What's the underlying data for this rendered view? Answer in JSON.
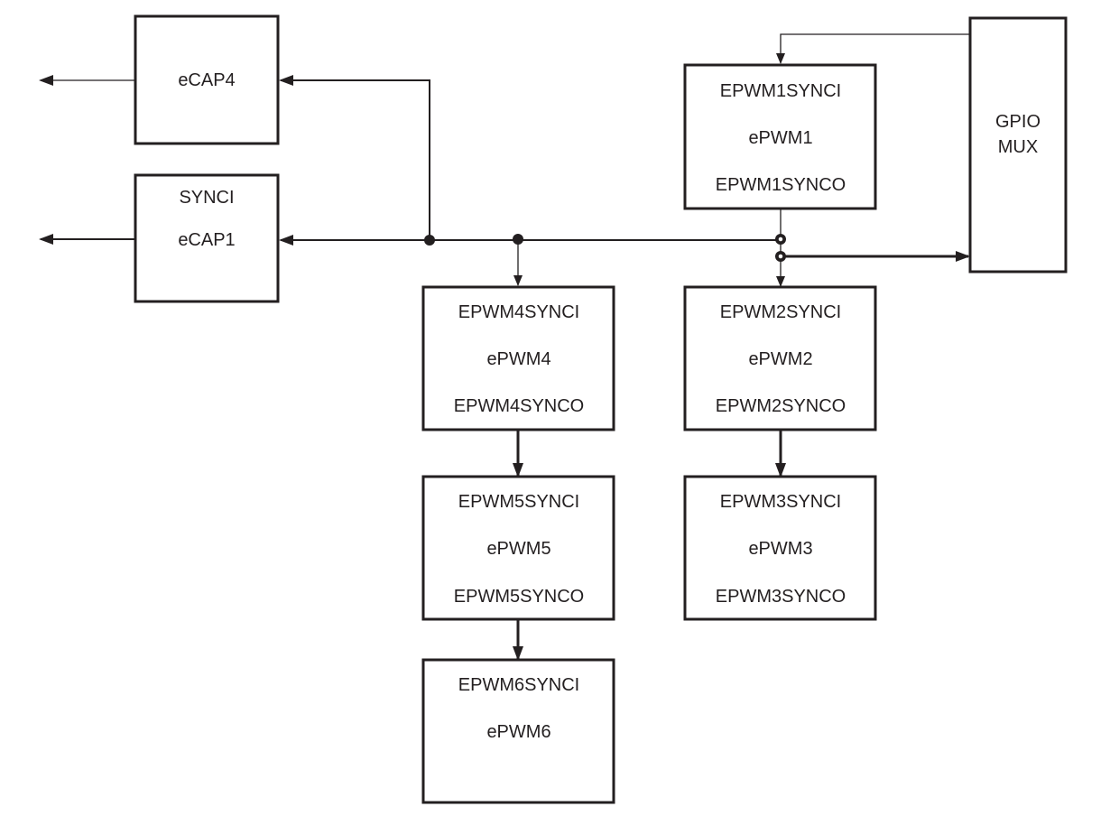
{
  "blocks": {
    "ecap4": {
      "name": "eCAP4"
    },
    "ecap1": {
      "input": "SYNCI",
      "name": "eCAP1"
    },
    "epwm1": {
      "input": "EPWM1SYNCI",
      "name": "ePWM1",
      "output": "EPWM1SYNCO"
    },
    "gpio_mux": {
      "line1": "GPIO",
      "line2": "MUX"
    },
    "epwm2": {
      "input": "EPWM2SYNCI",
      "name": "ePWM2",
      "output": "EPWM2SYNCO"
    },
    "epwm3": {
      "input": "EPWM3SYNCI",
      "name": "ePWM3",
      "output": "EPWM3SYNCO"
    },
    "epwm4": {
      "input": "EPWM4SYNCI",
      "name": "ePWM4",
      "output": "EPWM4SYNCO"
    },
    "epwm5": {
      "input": "EPWM5SYNCI",
      "name": "ePWM5",
      "output": "EPWM5SYNCO"
    },
    "epwm6": {
      "input": "EPWM6SYNCI",
      "name": "ePWM6"
    }
  },
  "colors": {
    "line": "#231f20",
    "background": "#ffffff"
  }
}
